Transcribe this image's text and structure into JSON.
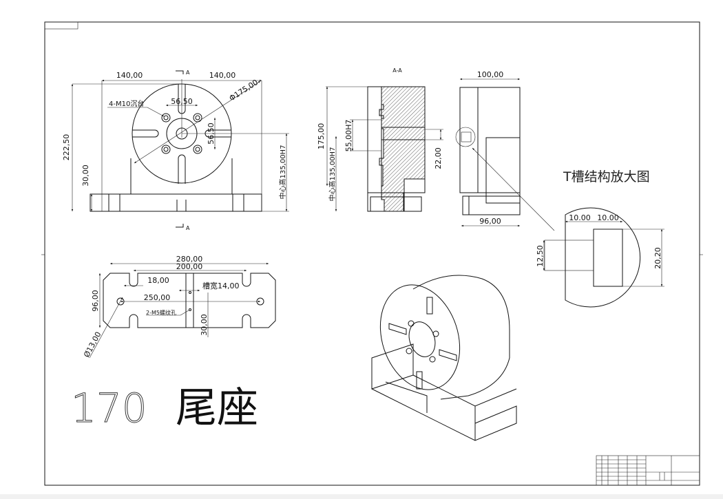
{
  "drawing": {
    "title_number": "170",
    "title_text": "尾座",
    "front_view": {
      "dim_left_width": "140,00",
      "dim_right_width": "140,00",
      "section_marker": "A",
      "dim_bolt_spacing_h": "56,50",
      "dim_bolt_spacing_v": "56,50",
      "dim_diameter": "Φ175,00",
      "bolt_note": "4-M10沉台",
      "dim_total_height": "222,50",
      "dim_base_height": "30,00",
      "dim_center_height": "中心高135,00H7"
    },
    "section_view": {
      "label": "A-A",
      "dim_height": "175,00",
      "dim_bore": "55,00H7",
      "dim_center_height": "中心高135,00H7",
      "dim_hole": "22,00"
    },
    "side_view": {
      "dim_top_width": "100,00",
      "dim_bottom_width": "96,00"
    },
    "detail_view": {
      "title": "T槽结构放大图",
      "dim_a": "10.00",
      "dim_b": "10.00",
      "dim_slot_height": "12,50",
      "dim_head_height": "20,20"
    },
    "base_view": {
      "dim_overall": "280,00",
      "dim_slot_centers": "200,00",
      "dim_slot_width_small": "18,00",
      "dim_slot_width": "槽宽14,00",
      "dim_hole_centers": "250,00",
      "thread_note": "2-M5螺纹孔",
      "dim_depth": "96,00",
      "dim_offset": "30,00",
      "dim_hole_dia": "Ø13,00"
    }
  }
}
